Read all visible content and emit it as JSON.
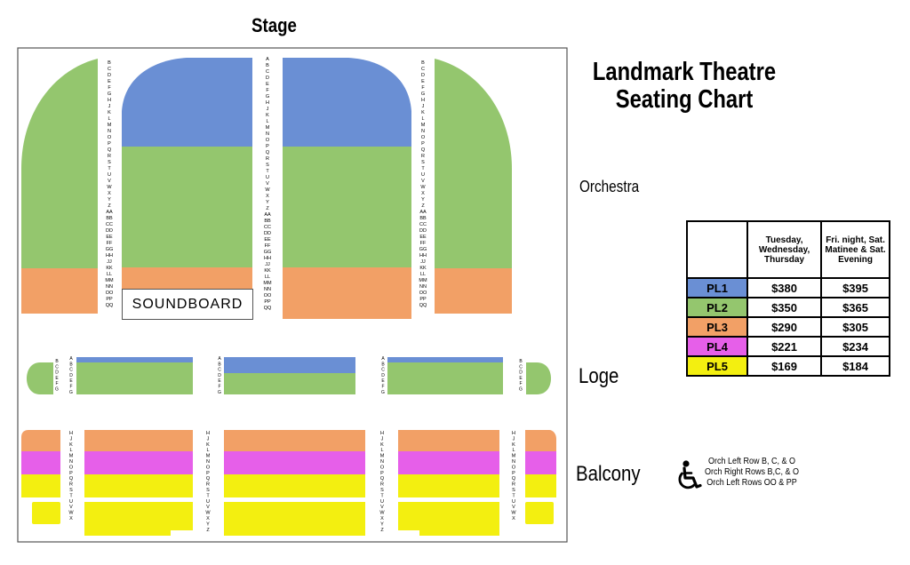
{
  "stage_label": "Stage",
  "title_line1": "Landmark Theatre",
  "title_line2": "Seating Chart",
  "sections": {
    "orchestra": "Orchestra",
    "loge": "Loge",
    "balcony": "Balcony"
  },
  "soundboard": "SOUNDBOARD",
  "colors": {
    "PL1": "#6a8fd4",
    "PL2": "#94c66e",
    "PL3": "#f2a066",
    "PL4": "#e65fe9",
    "PL5": "#f3ef10"
  },
  "price_table": {
    "headers": [
      "",
      "Tuesday, Wednesday, Thursday",
      "Fri. night, Sat. Matinee & Sat. Evening"
    ],
    "rows": [
      {
        "level": "PL1",
        "weekday": "$380",
        "weekend": "$395"
      },
      {
        "level": "PL2",
        "weekday": "$350",
        "weekend": "$365"
      },
      {
        "level": "PL3",
        "weekday": "$290",
        "weekend": "$305"
      },
      {
        "level": "PL4",
        "weekday": "$221",
        "weekend": "$234"
      },
      {
        "level": "PL5",
        "weekday": "$169",
        "weekend": "$184"
      }
    ]
  },
  "wheelchair_notes": [
    "Orch Left Row B, C, & O",
    "Orch Right Rows B,C, & O",
    "Orch Left Rows OO & PP"
  ],
  "row_letters": {
    "orch_outer": "BCDEFGHJKLMNOPQRSTUVWXYZ",
    "orch_outer_double": [
      "AA",
      "BB",
      "CC",
      "DD",
      "EE",
      "FF",
      "GG",
      "HH",
      "JJ",
      "KK",
      "LL",
      "MM",
      "NN",
      "OO",
      "PP",
      "QQ"
    ],
    "orch_center": "ABCDEFGHJKLMNOPQRSTUVWXYZ",
    "orch_center_double": [
      "AA",
      "BB",
      "CC",
      "DD",
      "EE",
      "FF",
      "GG",
      "HH",
      "JJ",
      "KK",
      "LL",
      "MM",
      "NN",
      "OO",
      "PP",
      "QQ"
    ],
    "loge_center": "ABCDEFG",
    "loge_outer": "BCDEFG",
    "balcony_outer": "HJKLMNOPQRSTUVWX",
    "balcony_inner": "HJKLMNOPQRSTUVWXYZ"
  }
}
